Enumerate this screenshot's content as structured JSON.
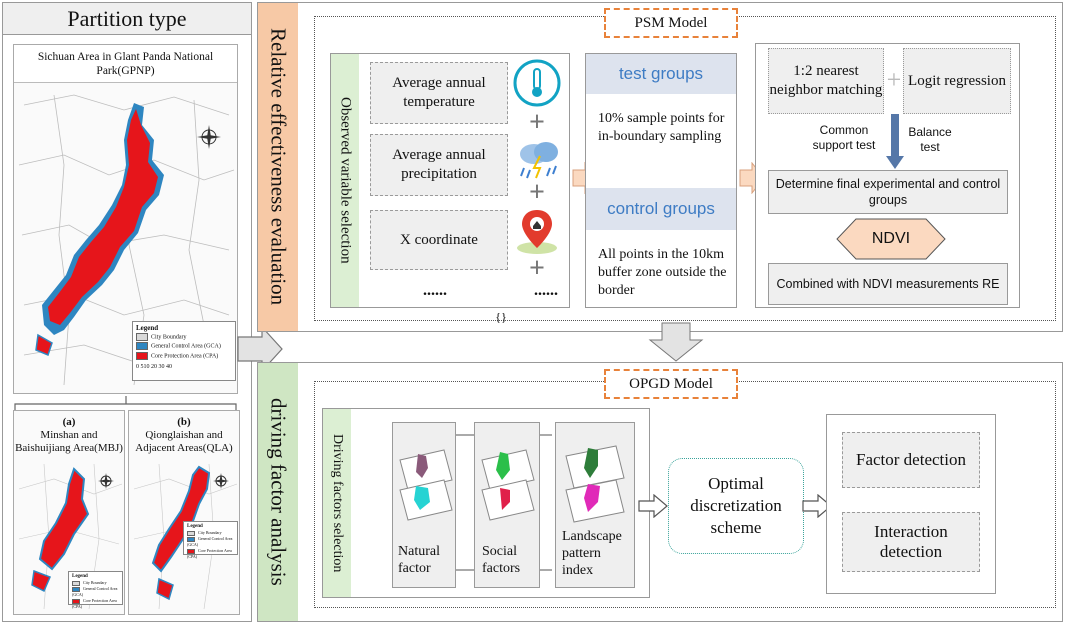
{
  "left_panel": {
    "title": "Partition type",
    "gpnp_title": "Sichuan Area in Glant Panda National Park(GPNP)",
    "legend": {
      "title": "Legend",
      "items": [
        {
          "label": "City Boundary",
          "color": "#d9d9d9"
        },
        {
          "label": "General Control Area (GCA)",
          "color": "#2e86c1"
        },
        {
          "label": "Core Protection Area (CPA)",
          "color": "#e6151b"
        }
      ],
      "scale_labels": "0 510 20 30 40"
    },
    "sub_a": {
      "tag": "(a)",
      "title": "Minshan and Baishuijiang Area(MBJ)"
    },
    "sub_b": {
      "tag": "(b)",
      "title": "Qionglaishan and Adjacent Areas(QLA)"
    },
    "sub_legend": {
      "title": "Legend",
      "items": [
        "City Boundary",
        "General Control Area (GCA)",
        "Core Protection Area (CPA)"
      ]
    }
  },
  "top_section": {
    "side_label": "Relative effectiveness evaluation",
    "model_title": "PSM Model",
    "obs_label": "Observed variable selection",
    "variables": [
      "Average annual temperature",
      "Average annual precipitation",
      "X coordinate",
      "......"
    ],
    "dots_right": "......",
    "braces": "{}",
    "test_head": "test groups",
    "test_body": "10% sample points for in-boundary sampling",
    "control_head": "control groups",
    "control_body": "All points in the 10km buffer zone outside the border",
    "matching": "1:2 nearest neighbor matching",
    "logit": "Logit regression",
    "common": "Common support test",
    "balance": "Balance test",
    "determine": "Determine final experimental and control groups",
    "ndvi": "NDVI",
    "combined": "Combined with NDVI measurements RE"
  },
  "bottom_section": {
    "side_label": "driving factor analysis",
    "model_title": "OPGD Model",
    "drv_label": "Driving factors selection",
    "factors": [
      "Natural factor",
      "Social factors",
      "Landscape pattern index"
    ],
    "optimal": "Optimal discretization scheme",
    "results": [
      "Factor detection",
      "Interaction detection"
    ]
  },
  "colors": {
    "orange_band": "#f7c9a6",
    "green_band": "#cfe6c3",
    "arrow_fill": "#fbd9c0",
    "map_red": "#e6151b",
    "map_blue": "#2e86c1"
  }
}
